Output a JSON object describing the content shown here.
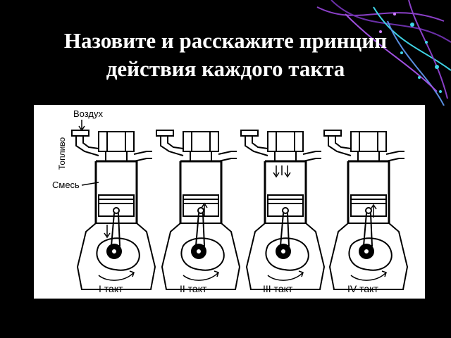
{
  "slide": {
    "title_line1": "Назовите и расскажите принцип",
    "title_line2": "действия каждого такта"
  },
  "figure": {
    "air_label": "Воздух",
    "fuel_label": "Топливо",
    "mixture_label": "Смесь",
    "strokes": [
      {
        "label": "I такт"
      },
      {
        "label": "II такт"
      },
      {
        "label": "III такт"
      },
      {
        "label": "IV такт"
      }
    ]
  },
  "colors": {
    "background": "#000000",
    "title": "#ffffff",
    "panel": "#ffffff",
    "ink": "#000000",
    "decor_purple": "#8a3fc7",
    "decor_cyan": "#3fd4e6"
  }
}
